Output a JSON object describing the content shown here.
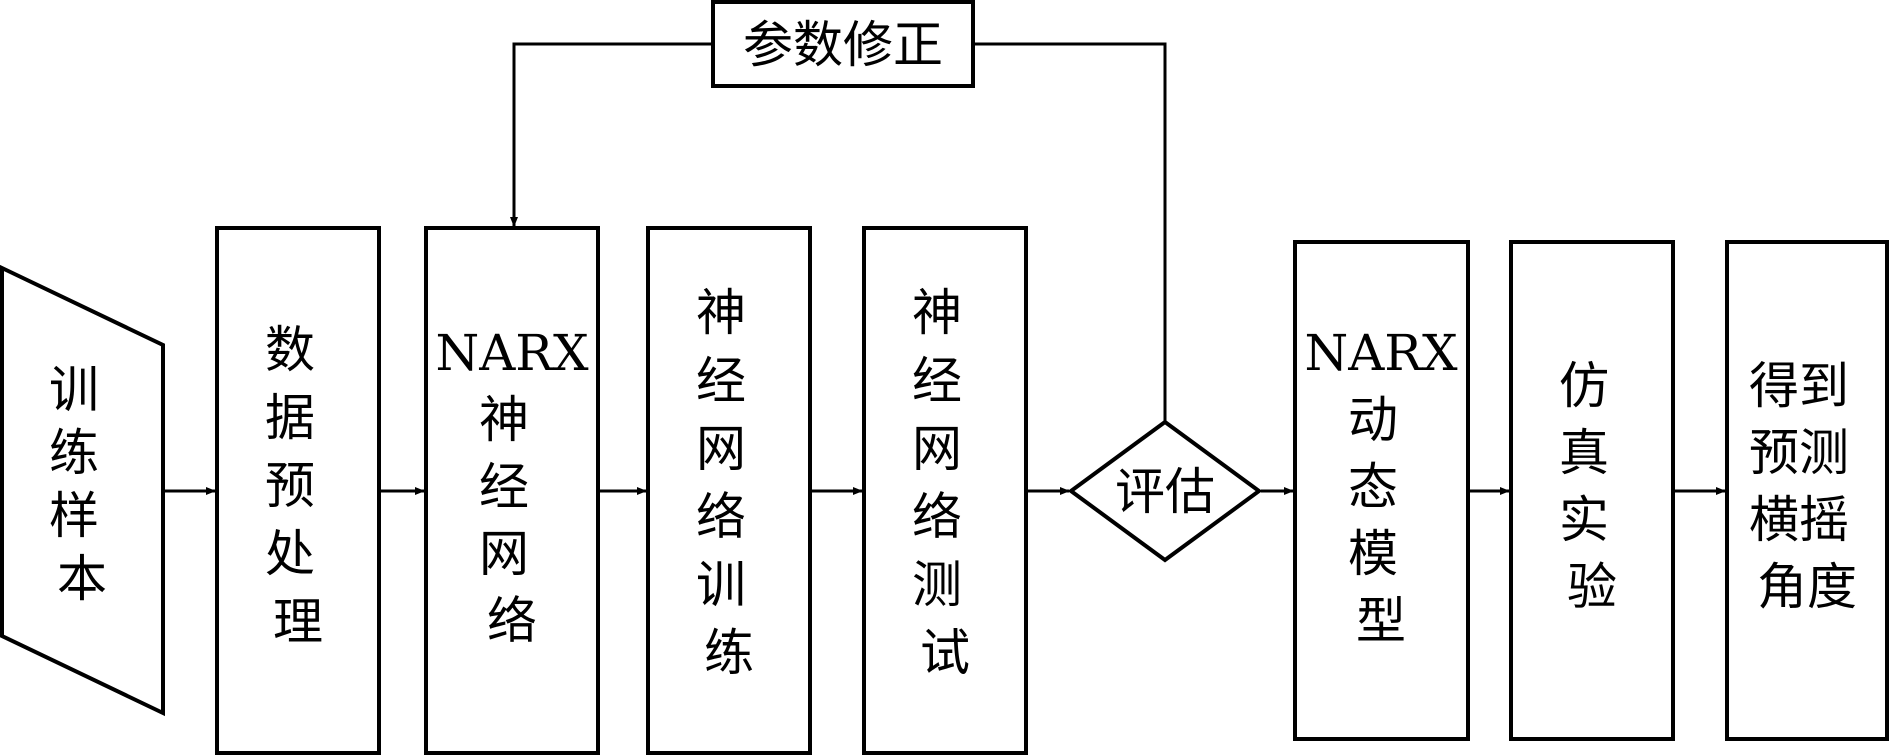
{
  "nodes": {
    "training_samples": "训练样本",
    "preprocessing": "数据预处理",
    "narx_network": [
      "NARX",
      "神经网络"
    ],
    "network_training": "神经网络训练",
    "network_testing": "神经网络测试",
    "evaluation": "评估",
    "parameter_correction": "参数修正",
    "narx_dynamic_model": [
      "NARX",
      "动态模型"
    ],
    "simulation_experiment": "仿真实验",
    "predicted_roll_angle": [
      "得到",
      "预测",
      "横摇",
      "角度"
    ]
  }
}
